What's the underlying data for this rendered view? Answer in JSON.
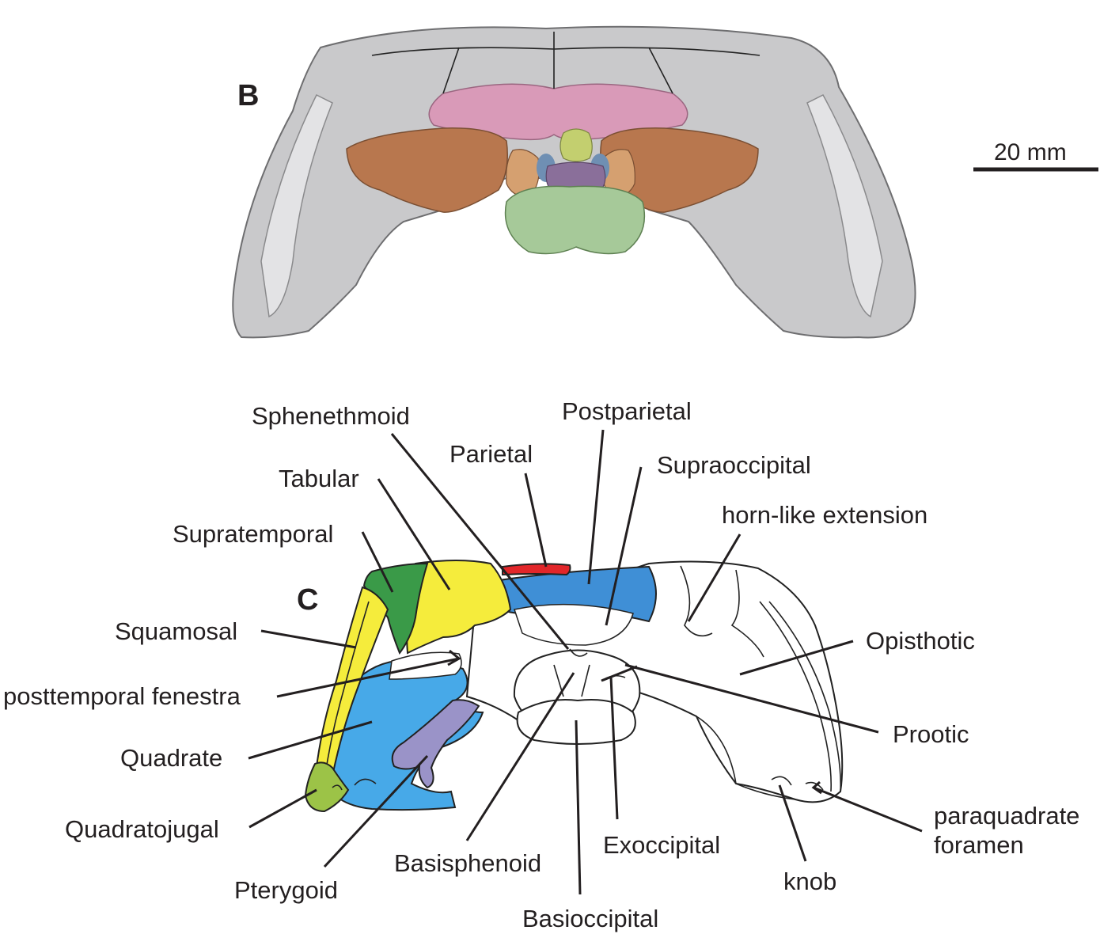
{
  "panels": {
    "b": "B",
    "c": "C"
  },
  "scale_bar": {
    "label": "20 mm"
  },
  "labels": {
    "sphenethmoid": "Sphenethmoid",
    "postparietal": "Postparietal",
    "parietal": "Parietal",
    "supraoccipital": "Supraoccipital",
    "tabular": "Tabular",
    "horn_like": "horn-like extension",
    "supratemporal": "Supratemporal",
    "squamosal": "Squamosal",
    "opisthotic": "Opisthotic",
    "posttemporal": "posttemporal fenestra",
    "prootic": "Prootic",
    "quadrate": "Quadrate",
    "paraquadrate_1": "paraquadrate",
    "paraquadrate_2": "foramen",
    "quadratojugal": "Quadratojugal",
    "exoccipital": "Exoccipital",
    "basisphenoid": "Basisphenoid",
    "knob": "knob",
    "pterygoid": "Pterygoid",
    "basioccipital": "Basioccipital"
  },
  "colors": {
    "squamosal": "#f5ec3c",
    "supratemporal": "#3a9a48",
    "tabular": "#f5ec3c",
    "parietal": "#e2262a",
    "postparietal": "#3f8fd6",
    "quadrate": "#47a9e8",
    "quadratojugal": "#9cc347",
    "pterygoid": "#9a93c8",
    "skull_grey": "#c9c9cb",
    "skull_pink": "#d99ab8",
    "skull_brown": "#b8774e",
    "skull_green": "#a6c999",
    "skull_yellowgreen": "#c3cf6f",
    "skull_purple": "#8a6f9a",
    "skull_blue": "#6f8fb3"
  }
}
